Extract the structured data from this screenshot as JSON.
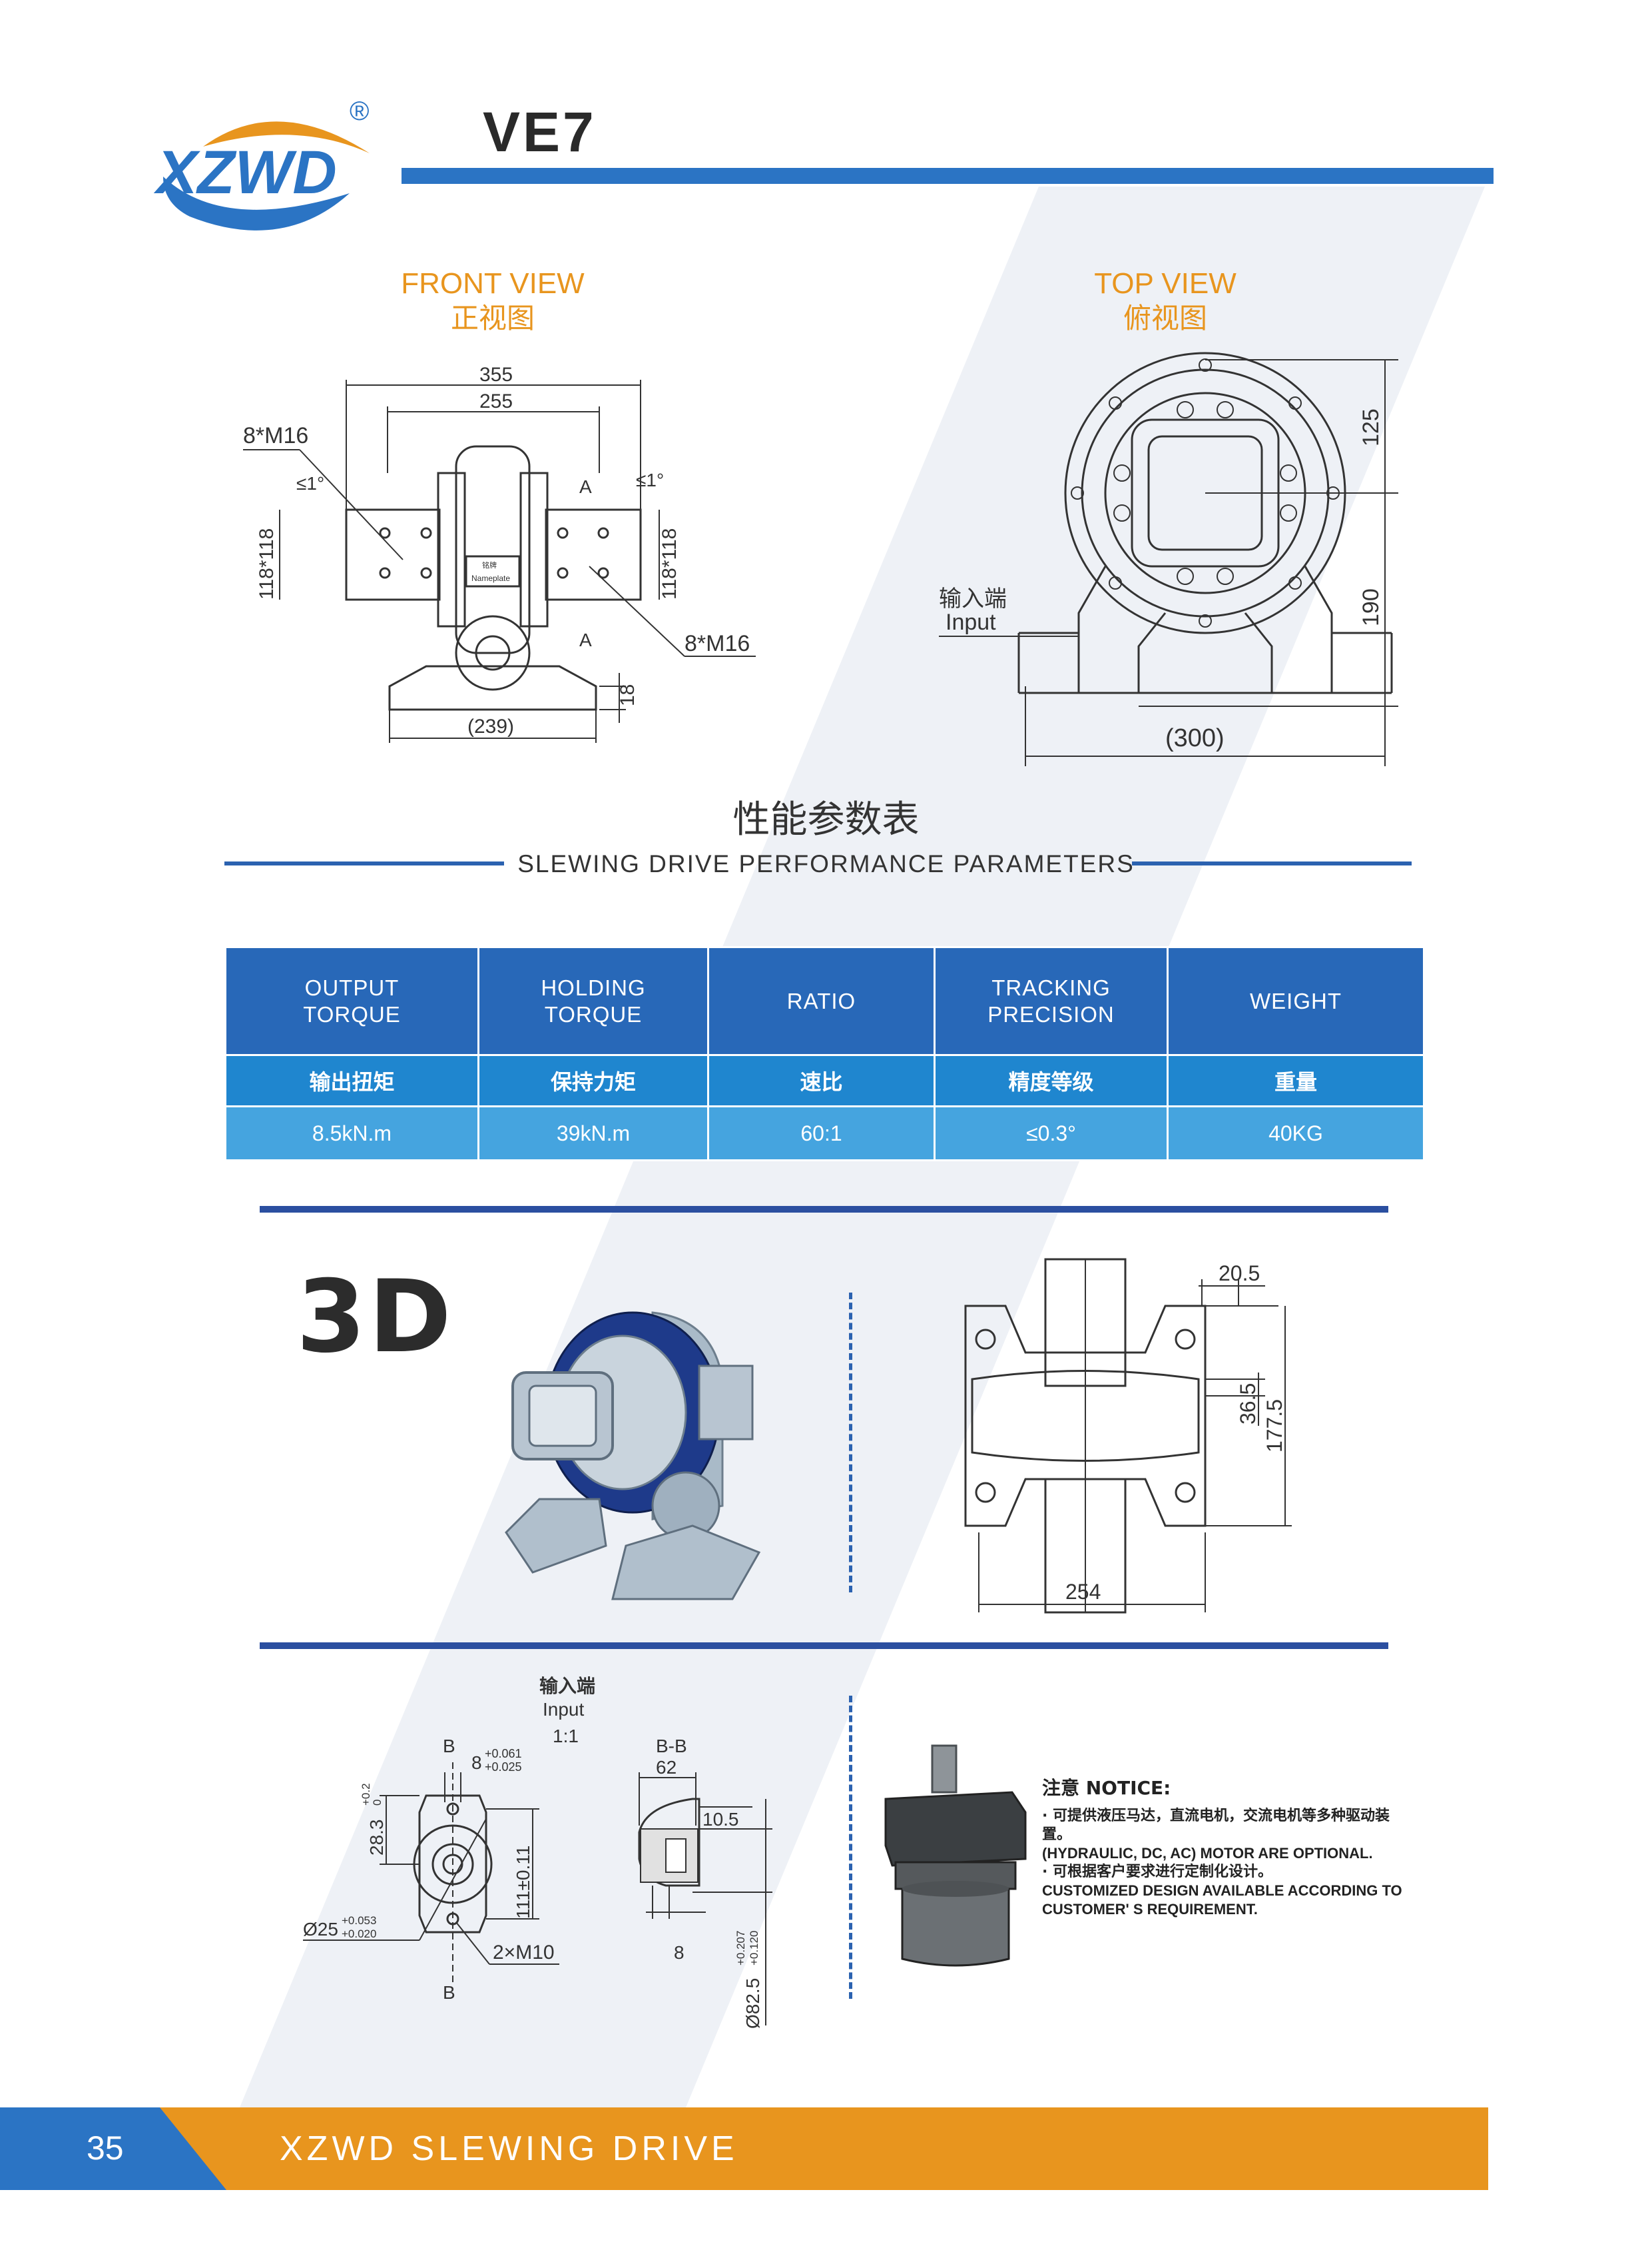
{
  "header": {
    "brand": "XZWD",
    "registered": "®",
    "model": "VE7"
  },
  "front_view": {
    "title_en": "FRONT VIEW",
    "title_zh": "正视图",
    "dims": {
      "overall_width": "355",
      "inner_width": "255",
      "bolt_left": "8*M16",
      "bolt_right": "8*M16",
      "tilt_left": "≤1°",
      "tilt_right": "≤1°",
      "bolt_pattern_left": "118*118",
      "bolt_pattern_right": "118*118",
      "section_mark": "A",
      "base_width": "(239)",
      "base_height": "18",
      "nameplate_zh": "铭牌",
      "nameplate_en": "Nameplate"
    }
  },
  "top_view": {
    "title_en": "TOP VIEW",
    "title_zh": "俯视图",
    "dims": {
      "upper_height": "125",
      "lower_height": "190",
      "base_width": "(300)",
      "input_zh": "输入端",
      "input_en": "Input"
    }
  },
  "section": {
    "title_zh": "性能参数表",
    "title_en": "SLEWING DRIVE PERFORMANCE PARAMETERS"
  },
  "table": {
    "headers_en": [
      "OUTPUT\nTORQUE",
      "HOLDING\nTORQUE",
      "RATIO",
      "TRACKING\nPRECISION",
      "WEIGHT"
    ],
    "headers_zh": [
      "输出扭矩",
      "保持力矩",
      "速比",
      "精度等级",
      "重量"
    ],
    "values": [
      "8.5kN.m",
      "39kN.m",
      "60:1",
      "≤0.3°",
      "40KG"
    ]
  },
  "three_d": {
    "label": "3D",
    "side_dims": {
      "top_offset": "20.5",
      "inner_height": "36.5",
      "overall_height": "177.5",
      "width": "254"
    }
  },
  "input_detail": {
    "label_zh": "输入端",
    "label_en": "Input",
    "scale": "1:1",
    "section_b": "B",
    "section_bb": "B-B",
    "key_width": "8",
    "key_tol_upper": "+0.061",
    "key_tol_lower": "+0.025",
    "depth": "28.3",
    "depth_tol_upper": "+0.2",
    "depth_tol_lower": "0",
    "bolt_spacing": "111±0.11",
    "bore": "Ø25",
    "bore_tol_upper": "+0.053",
    "bore_tol_lower": "+0.020",
    "bolts": "2×M10",
    "bb_width": "62",
    "bb_offset": "10.5",
    "bb_depth": "8",
    "pilot": "Ø82.5",
    "pilot_tol_upper": "+0.207",
    "pilot_tol_lower": "+0.120"
  },
  "notice": {
    "title": "注意 NOTICE:",
    "line1_zh": "· 可提供液压马达，直流电机，交流电机等多种驱动装置。",
    "line1_en": "(HYDRAULIC, DC, AC) MOTOR ARE OPTIONAL.",
    "line2_zh": "· 可根据客户要求进行定制化设计。",
    "line2_en": "CUSTOMIZED DESIGN AVAILABLE ACCORDING TO CUSTOMER' S REQUIREMENT."
  },
  "footer": {
    "page_number": "35",
    "text": "XZWD SLEWING DRIVE"
  },
  "colors": {
    "brand_blue": "#2b74c4",
    "accent_orange": "#e8951e",
    "table_header": "#2868b8",
    "table_zh_row": "#1f86cf",
    "table_value_row": "#45a4df"
  }
}
